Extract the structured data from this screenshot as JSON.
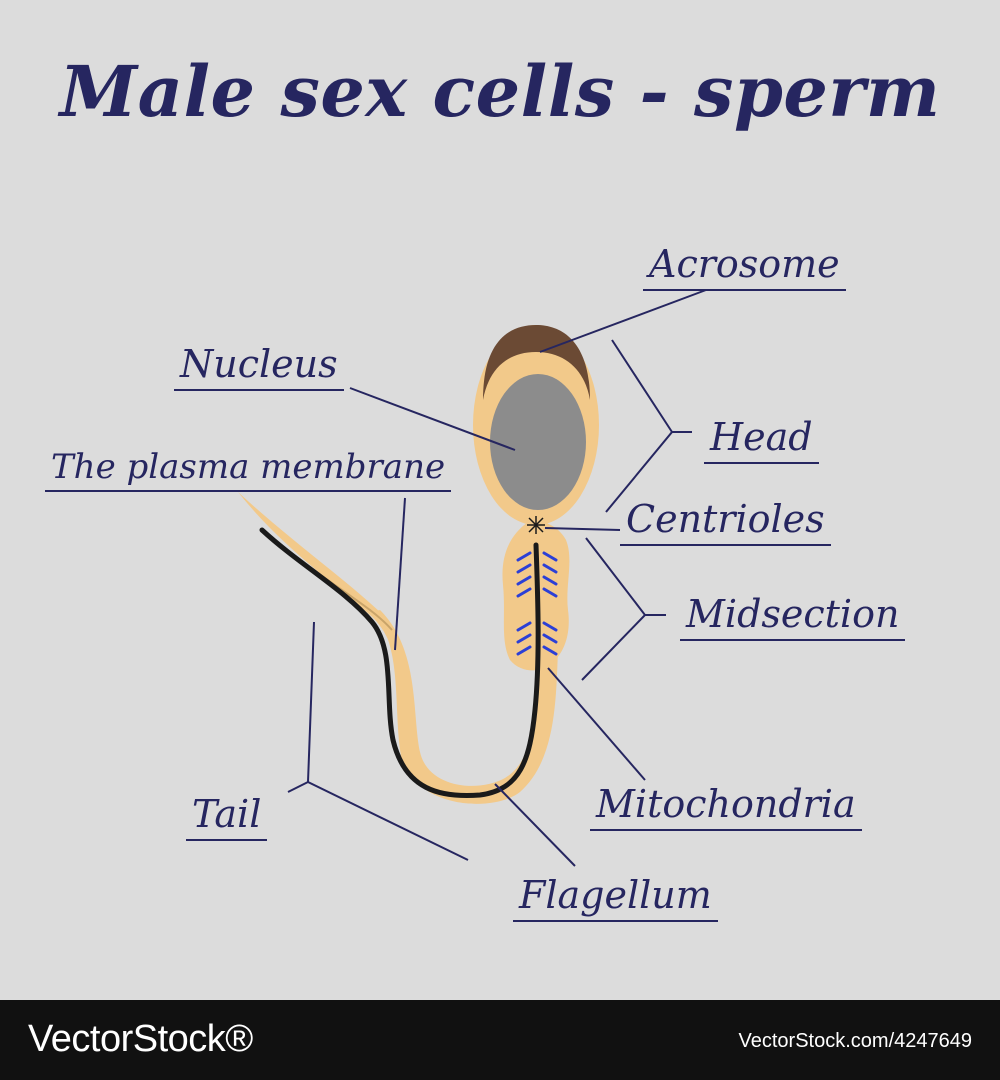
{
  "title": "Male sex cells - sperm",
  "labels": {
    "acrosome": "Acrosome",
    "nucleus": "Nucleus",
    "plasma_membrane": "The plasma membrane",
    "head": "Head",
    "centrioles": "Centrioles",
    "midsection": "Midsection",
    "mitochondria": "Mitochondria",
    "tail": "Tail",
    "flagellum": "Flagellum"
  },
  "footer": {
    "brand": "VectorStock®",
    "image_id": "VectorStock.com/4247649"
  },
  "colors": {
    "background": "#dcdcdc",
    "text": "#262660",
    "membrane": "#f2c98a",
    "acrosome": "#6b4a34",
    "nucleus": "#8c8c8c",
    "flagellum": "#1a1a1a",
    "mitochondria": "#2b3fd6",
    "footer": "#111111"
  }
}
